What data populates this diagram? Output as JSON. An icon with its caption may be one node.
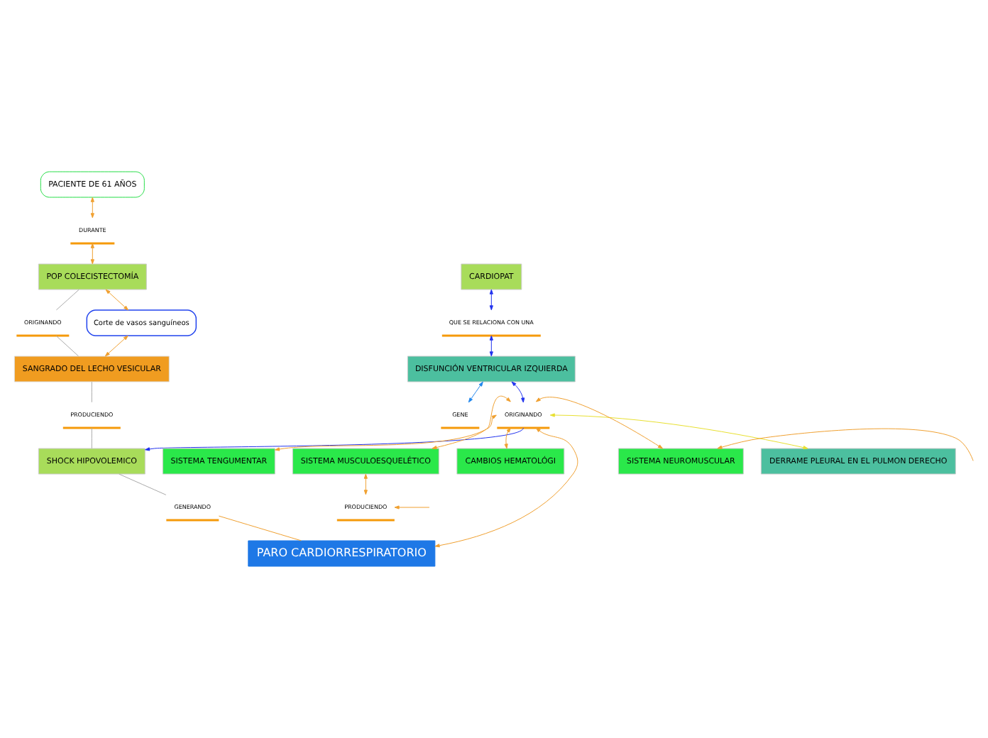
{
  "diagram": {
    "nodes": [
      {
        "text": [
          "PACIENTE DE 61 AÑOS"
        ]
      },
      {
        "text": [
          "DURANTE"
        ]
      },
      {
        "text": [
          "POP COLECISTECTOMÍA"
        ]
      },
      {
        "text": [
          "ORIGINANDO"
        ]
      },
      {
        "text": [
          "Corte de vasos sanguíneos"
        ]
      },
      {
        "text": [
          "SANGRADO DEL LECHO VESICULAR"
        ]
      },
      {
        "text": [
          "PRODUCIENDO"
        ]
      },
      {
        "text": [
          "SHOCK HIPOVOLEMICO"
        ]
      },
      {
        "text": [
          "GENERANDO"
        ]
      },
      {
        "text": [
          "PARO CARDIORRESPIRATORIO"
        ]
      },
      {
        "text": [
          "CARDIOPAT"
        ]
      },
      {
        "text": [
          "QUE SE RELACIONA CON UNA"
        ]
      },
      {
        "text": [
          "DISFUNCIÓN VENTRICULAR IZQUIERDA"
        ]
      },
      {
        "text": [
          "GENE"
        ]
      },
      {
        "text": [
          "ORIGINANDO"
        ]
      },
      {
        "text": [
          "DERRAME PLEURAL EN EL PULMON DERECHO"
        ]
      },
      {
        "text": [
          "CAMBIOS HEMATOLÓGI"
        ]
      },
      {
        "text": [
          "SISTEMA TENGUMENTAR"
        ]
      },
      {
        "text": [
          "SISTEMA NEUROMUSCULAR"
        ]
      },
      {
        "text": [
          "SISTEMA MUSCULOESQUELÉTICO"
        ]
      },
      {
        "text": [
          "PRODUCIENDO"
        ]
      }
    ],
    "edges": [
      {
        "from": 0,
        "to": 1,
        "arrow": "both"
      },
      {
        "from": 1,
        "to": 2,
        "arrow": "both"
      },
      {
        "from": 2,
        "to": 3,
        "arrow": "none",
        "color": "#aaaaaa"
      },
      {
        "from": 2,
        "to": 4,
        "arrow": "both"
      },
      {
        "from": 4,
        "to": 5,
        "arrow": "both"
      },
      {
        "from": 3,
        "to": 5,
        "arrow": "none",
        "color": "#aaaaaa"
      },
      {
        "from": 5,
        "to": 6,
        "arrow": "none",
        "color": "#aaaaaa"
      },
      {
        "from": 6,
        "to": 7,
        "arrow": "none",
        "color": "#aaaaaa"
      },
      {
        "from": 7,
        "to": 8,
        "arrow": "none",
        "color": "#aaaaaa"
      },
      {
        "from": 8,
        "to": 9,
        "arrow": "none"
      },
      {
        "from": 10,
        "to": 11,
        "arrow": "both",
        "color": "#2233ee"
      },
      {
        "from": 11,
        "to": 12,
        "arrow": "both",
        "color": "#2233ee"
      },
      {
        "from": 12,
        "to": 13,
        "arrow": "both",
        "color": "#2288ee"
      },
      {
        "from": 12,
        "to": 14,
        "arrow": "both",
        "color": "#2233ee"
      },
      {
        "from": 14,
        "to": 7,
        "arrow": "to",
        "color": "#2233ee"
      },
      {
        "from": 14,
        "to": 9,
        "arrow": "both"
      },
      {
        "from": 14,
        "to": 15,
        "arrow": "both",
        "color": "#e8e030"
      },
      {
        "from": 14,
        "to": 16,
        "arrow": "both"
      },
      {
        "from": 14,
        "to": 17,
        "arrow": "both"
      },
      {
        "from": 14,
        "to": 18,
        "arrow": "both"
      },
      {
        "from": 14,
        "to": 19,
        "arrow": "both"
      },
      {
        "from": 19,
        "to": 20,
        "arrow": "both"
      },
      {
        "from": null,
        "to": 20,
        "arrow": "to"
      },
      {
        "from": null,
        "to": 18,
        "arrow": "to"
      }
    ]
  }
}
